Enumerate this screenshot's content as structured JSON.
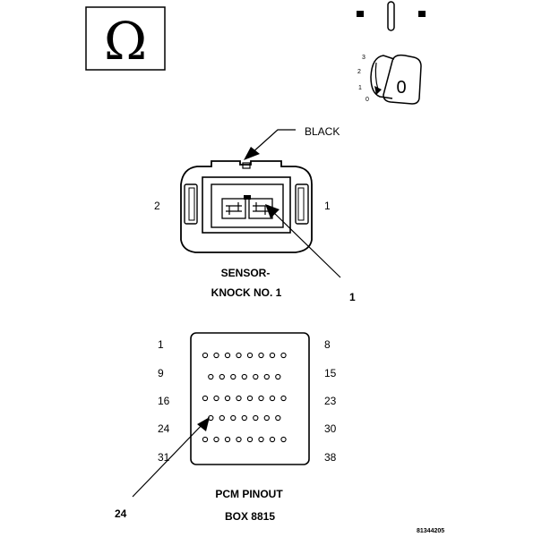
{
  "meter": {
    "function_symbol": "Ω",
    "function_icon": "ohm-icon",
    "switch_icon": "key-switch-icon",
    "switch_positions": [
      "3",
      "2",
      "1",
      "0"
    ],
    "key_position": "0"
  },
  "connector": {
    "color_label": "BLACK",
    "pins": [
      "2",
      "1"
    ],
    "name_line1": "SENSOR-",
    "name_line2": "KNOCK NO. 1",
    "callout": "1"
  },
  "pcm": {
    "row_start_labels": [
      "1",
      "9",
      "16",
      "24",
      "31"
    ],
    "row_end_labels": [
      "8",
      "15",
      "23",
      "30",
      "38"
    ],
    "row_pin_counts": [
      8,
      7,
      8,
      7,
      8
    ],
    "title_line1": "PCM PINOUT",
    "title_line2": "BOX 8815",
    "callout": "24"
  },
  "figure_id": "81344205"
}
